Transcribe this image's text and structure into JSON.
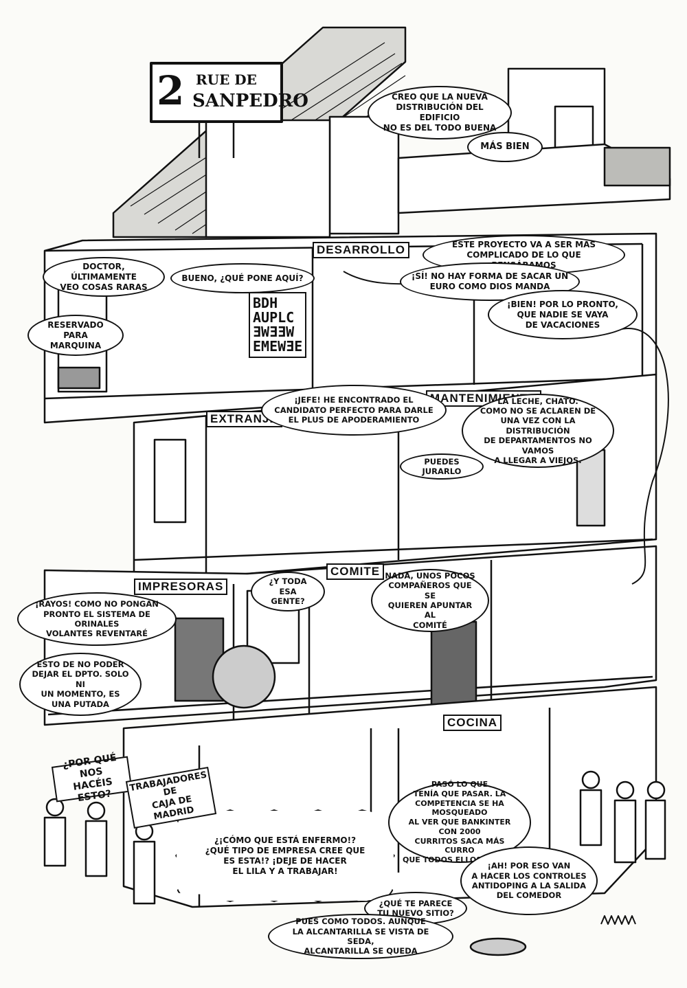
{
  "sign": {
    "number": "2",
    "street_line1": "RUE DE",
    "street_line2": "SANPEDRO"
  },
  "rooms": {
    "desarrollo": "DESARROLLO",
    "extranjero": "EXTRANJE",
    "mantenimiento": "MANTENIMIENTO",
    "impresoras": "IMPRESORAS",
    "comite": "COMITE",
    "cocina": "COCINA"
  },
  "eye_chart": "BDH\nAUPLC\nƎWƎƎW\nEMEWƎE",
  "bubbles": {
    "creo": "CREO QUE LA NUEVA\nDISTRIBUCIÓN DEL EDIFICIO\nNO ES DEL TODO BUENA",
    "mas_bien": "MÁS BIEN",
    "doctor": "DOCTOR, ÚLTIMAMENTE\nVEO COSAS RARAS",
    "bueno": "BUENO, ¿QUÉ PONE AQUÍ?",
    "reservado": "RESERVADO\nPARA MARQUINA",
    "proyecto": "ESTE PROYECTO VA A SER MÁS\nCOMPLICADO DE LO QUE PENSÁBAMOS",
    "si": "¡SÍ! NO HAY FORMA DE SACAR UN\nEURO COMO DIOS MANDA",
    "bien": "¡BIEN! POR LO PRONTO,\nQUE NADIE SE VAYA\nDE VACACIONES",
    "jefe": "¡JEFE! HE ENCONTRADO EL\nCANDIDATO PERFECTO PARA DARLE\nEL PLUS DE APODERAMIENTO",
    "leche": "LA LECHE, CHATO.\nCOMO NO SE ACLAREN DE\nUNA VEZ CON LA DISTRIBUCIÓN\nDE DEPARTAMENTOS NO VAMOS\nA LLEGAR A VIEJOS.",
    "puedes": "PUEDES JURARLO",
    "rayos": "¡RAYOS! COMO NO PONGAN\nPRONTO EL SISTEMA DE ORINALES\nVOLANTES REVENTARÉ",
    "esto": "ESTO DE NO PODER\nDEJAR EL DPTO. SOLO NI\nUN MOMENTO, ES\nUNA PUTADA",
    "toda": "¿Y TODA\nESA GENTE?",
    "nada": "NADA, UNOS POCOS\nCOMPAÑEROS QUE SE\nQUIEREN APUNTAR AL\nCOMITÉ",
    "enfermo": "¿¡CÓMO QUE ESTÁ ENFERMO!?\n¿QUÉ TIPO DE EMPRESA CREE QUE\nES ESTA!? ¡DEJE DE HACER\nEL LILA Y A TRABAJAR!",
    "paso": "PASÓ LO QUE\nTENÍA QUE PASAR. LA\nCOMPETENCIA SE HA MOSQUEADO\nAL VER QUE BANKINTER CON 2000\nCURRITOS SACA MÁS CURRO\nQUE TODOS ELLOS JUNTOS",
    "ah": "¡AH! POR ESO VAN\nA HACER LOS CONTROLES\nANTIDOPING A LA SALIDA\nDEL COMEDOR",
    "que_te": "¿QUÉ TE PARECE\nTU NUEVO SITIO?",
    "pues": "PUES COMO TODOS. AUNQUE\nLA ALCANTARILLA SE VISTA DE SEDA,\nALCANTARILLA SE QUEDA"
  },
  "pickets": {
    "por_que": "¿POR QUÉ NOS\nHACÉIS ESTO?",
    "trabajadores": "TRABAJADORES\nDE\nCAJA DE MADRID"
  }
}
